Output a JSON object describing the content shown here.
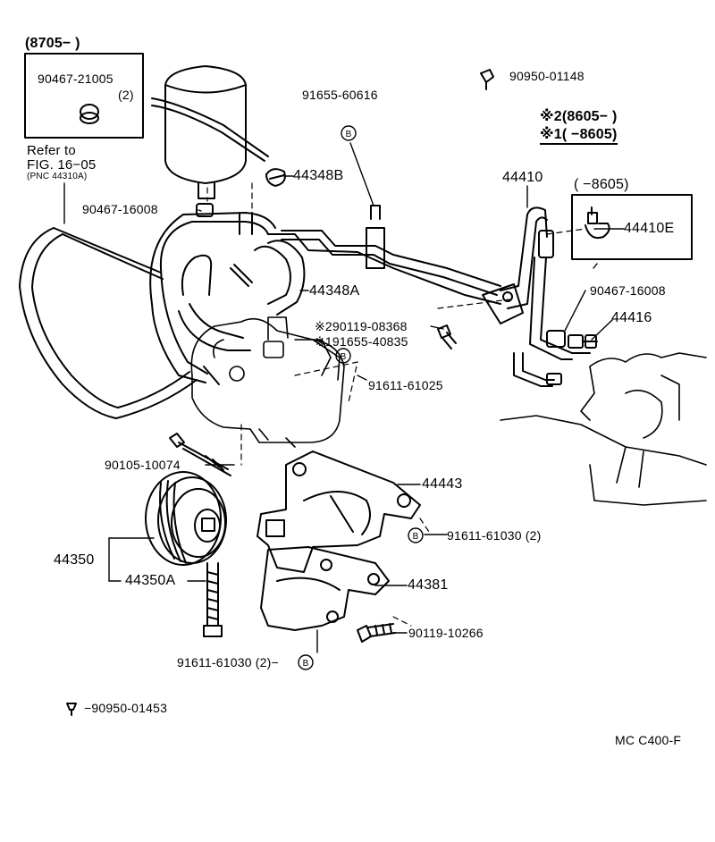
{
  "header": {
    "range": "(8705−        )"
  },
  "inset_left": {
    "part": "90467-21005",
    "qty": "(2)"
  },
  "refer": {
    "line1": "Refer to",
    "line2": "FIG. 16−05",
    "line3": "(PNC 44310A)"
  },
  "notes": {
    "note2": "※2(8605−        )",
    "note1": "※1(        −8605)"
  },
  "inset_right": {
    "range": "(        −8605)",
    "part": "44410E"
  },
  "labels": {
    "p90950_01148": "90950-01148",
    "p91655_60616": "91655-60616",
    "p44348B": "44348B",
    "p90467_16008_top": "90467-16008",
    "p44410": "44410",
    "p44348A": "44348A",
    "p90467_16008_right": "90467-16008",
    "p44416": "44416",
    "p290119": "※290119-08368",
    "p191655": "※191655-40835",
    "p91611_61025": "91611-61025",
    "p90105_10074": "90105-10074",
    "p44443": "44443",
    "p91611_61030_a": "91611-61030 (2)",
    "p44350": "44350",
    "p44350A": "44350A",
    "p44381": "44381",
    "p90119_10266": "90119-10266",
    "p91611_61030_b": "91611-61030 (2)−",
    "p90950_01453": "−90950-01453"
  },
  "markers": {
    "b": "B"
  },
  "footer": {
    "code": "MC C400-F"
  }
}
